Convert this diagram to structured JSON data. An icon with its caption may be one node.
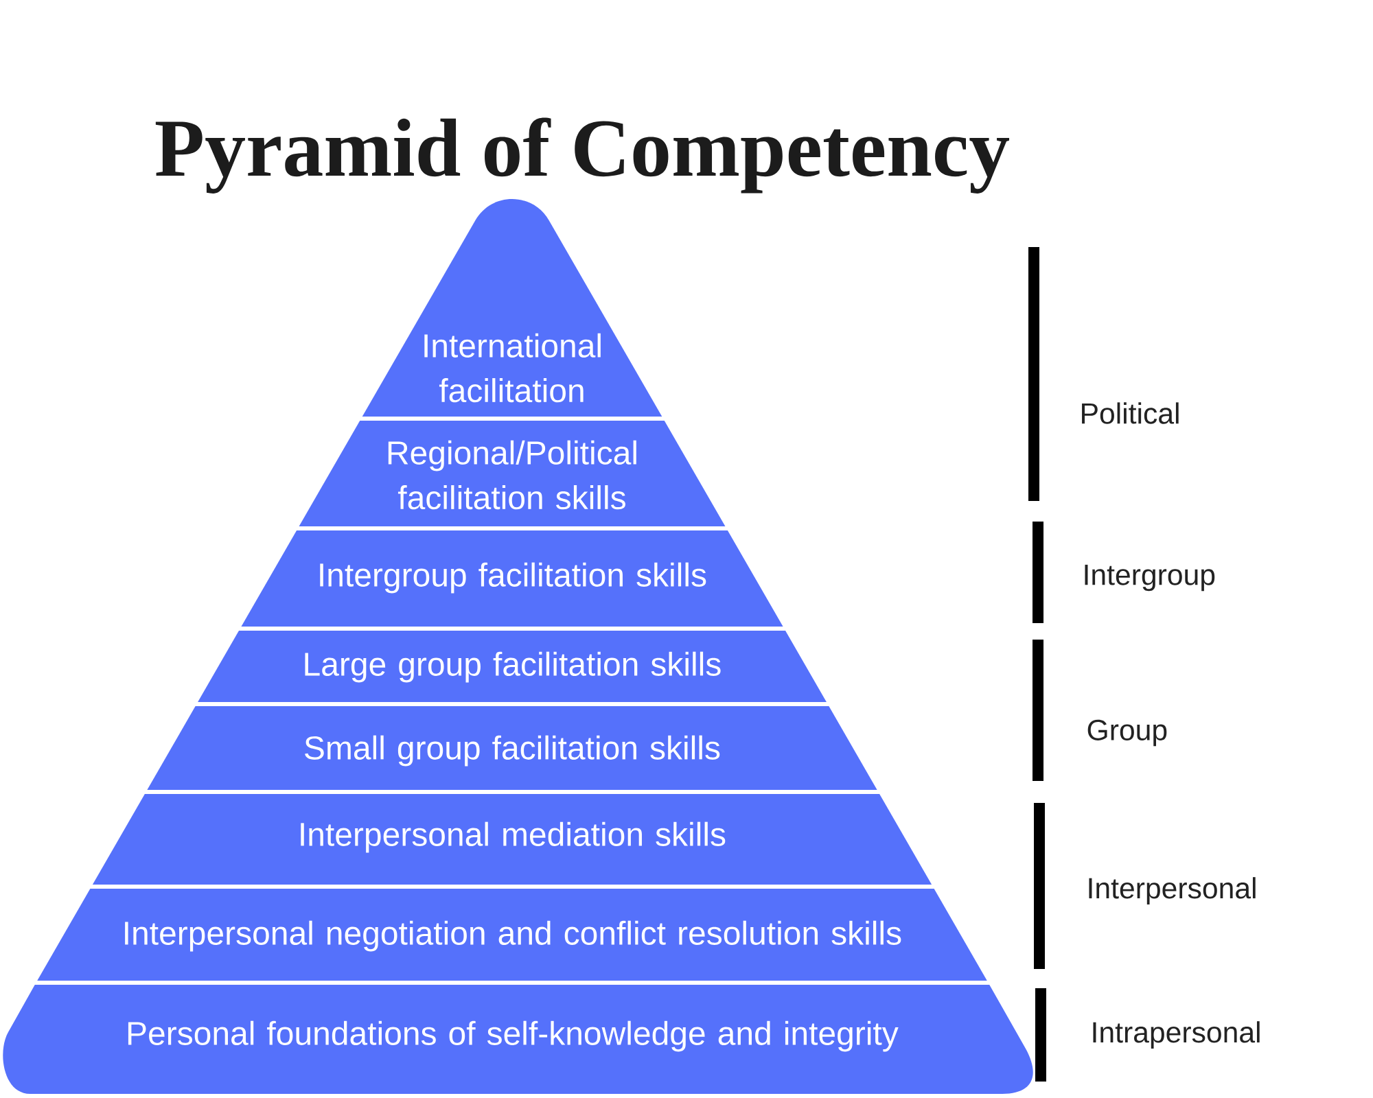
{
  "diagram": {
    "title": "Pyramid of Competency",
    "nodes": [
      {
        "text": [
          "International facilitation"
        ]
      },
      {
        "text": [
          "Regional/Political facilitation skills"
        ]
      },
      {
        "text": [
          "Intergroup facilitation skills"
        ]
      },
      {
        "text": [
          "Large group facilitation skills"
        ]
      },
      {
        "text": [
          "Small group facilitation skills"
        ]
      },
      {
        "text": [
          "Interpersonal mediation skills"
        ]
      },
      {
        "text": [
          "Interpersonal negotiation and conflict resolution skills"
        ]
      },
      {
        "text": [
          "Personal foundations of self-knowledge and integrity"
        ]
      }
    ],
    "labels": [
      "Political",
      "Intergroup",
      "Group",
      "Interpersonal",
      "Intrapersonal"
    ]
  }
}
